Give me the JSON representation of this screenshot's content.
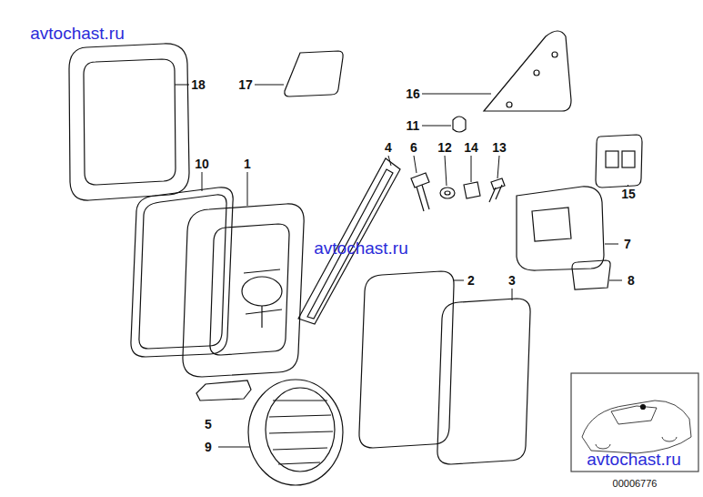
{
  "diagram": {
    "labels": [
      "avtochast.ru",
      "18",
      "17",
      "16",
      "11",
      "4",
      "6",
      "12",
      "14",
      "13",
      "10",
      "1",
      "15",
      "avtochast.ru",
      "7",
      "2",
      "3",
      "8",
      "5",
      "9",
      "avtochast.ru",
      "00006776"
    ]
  }
}
